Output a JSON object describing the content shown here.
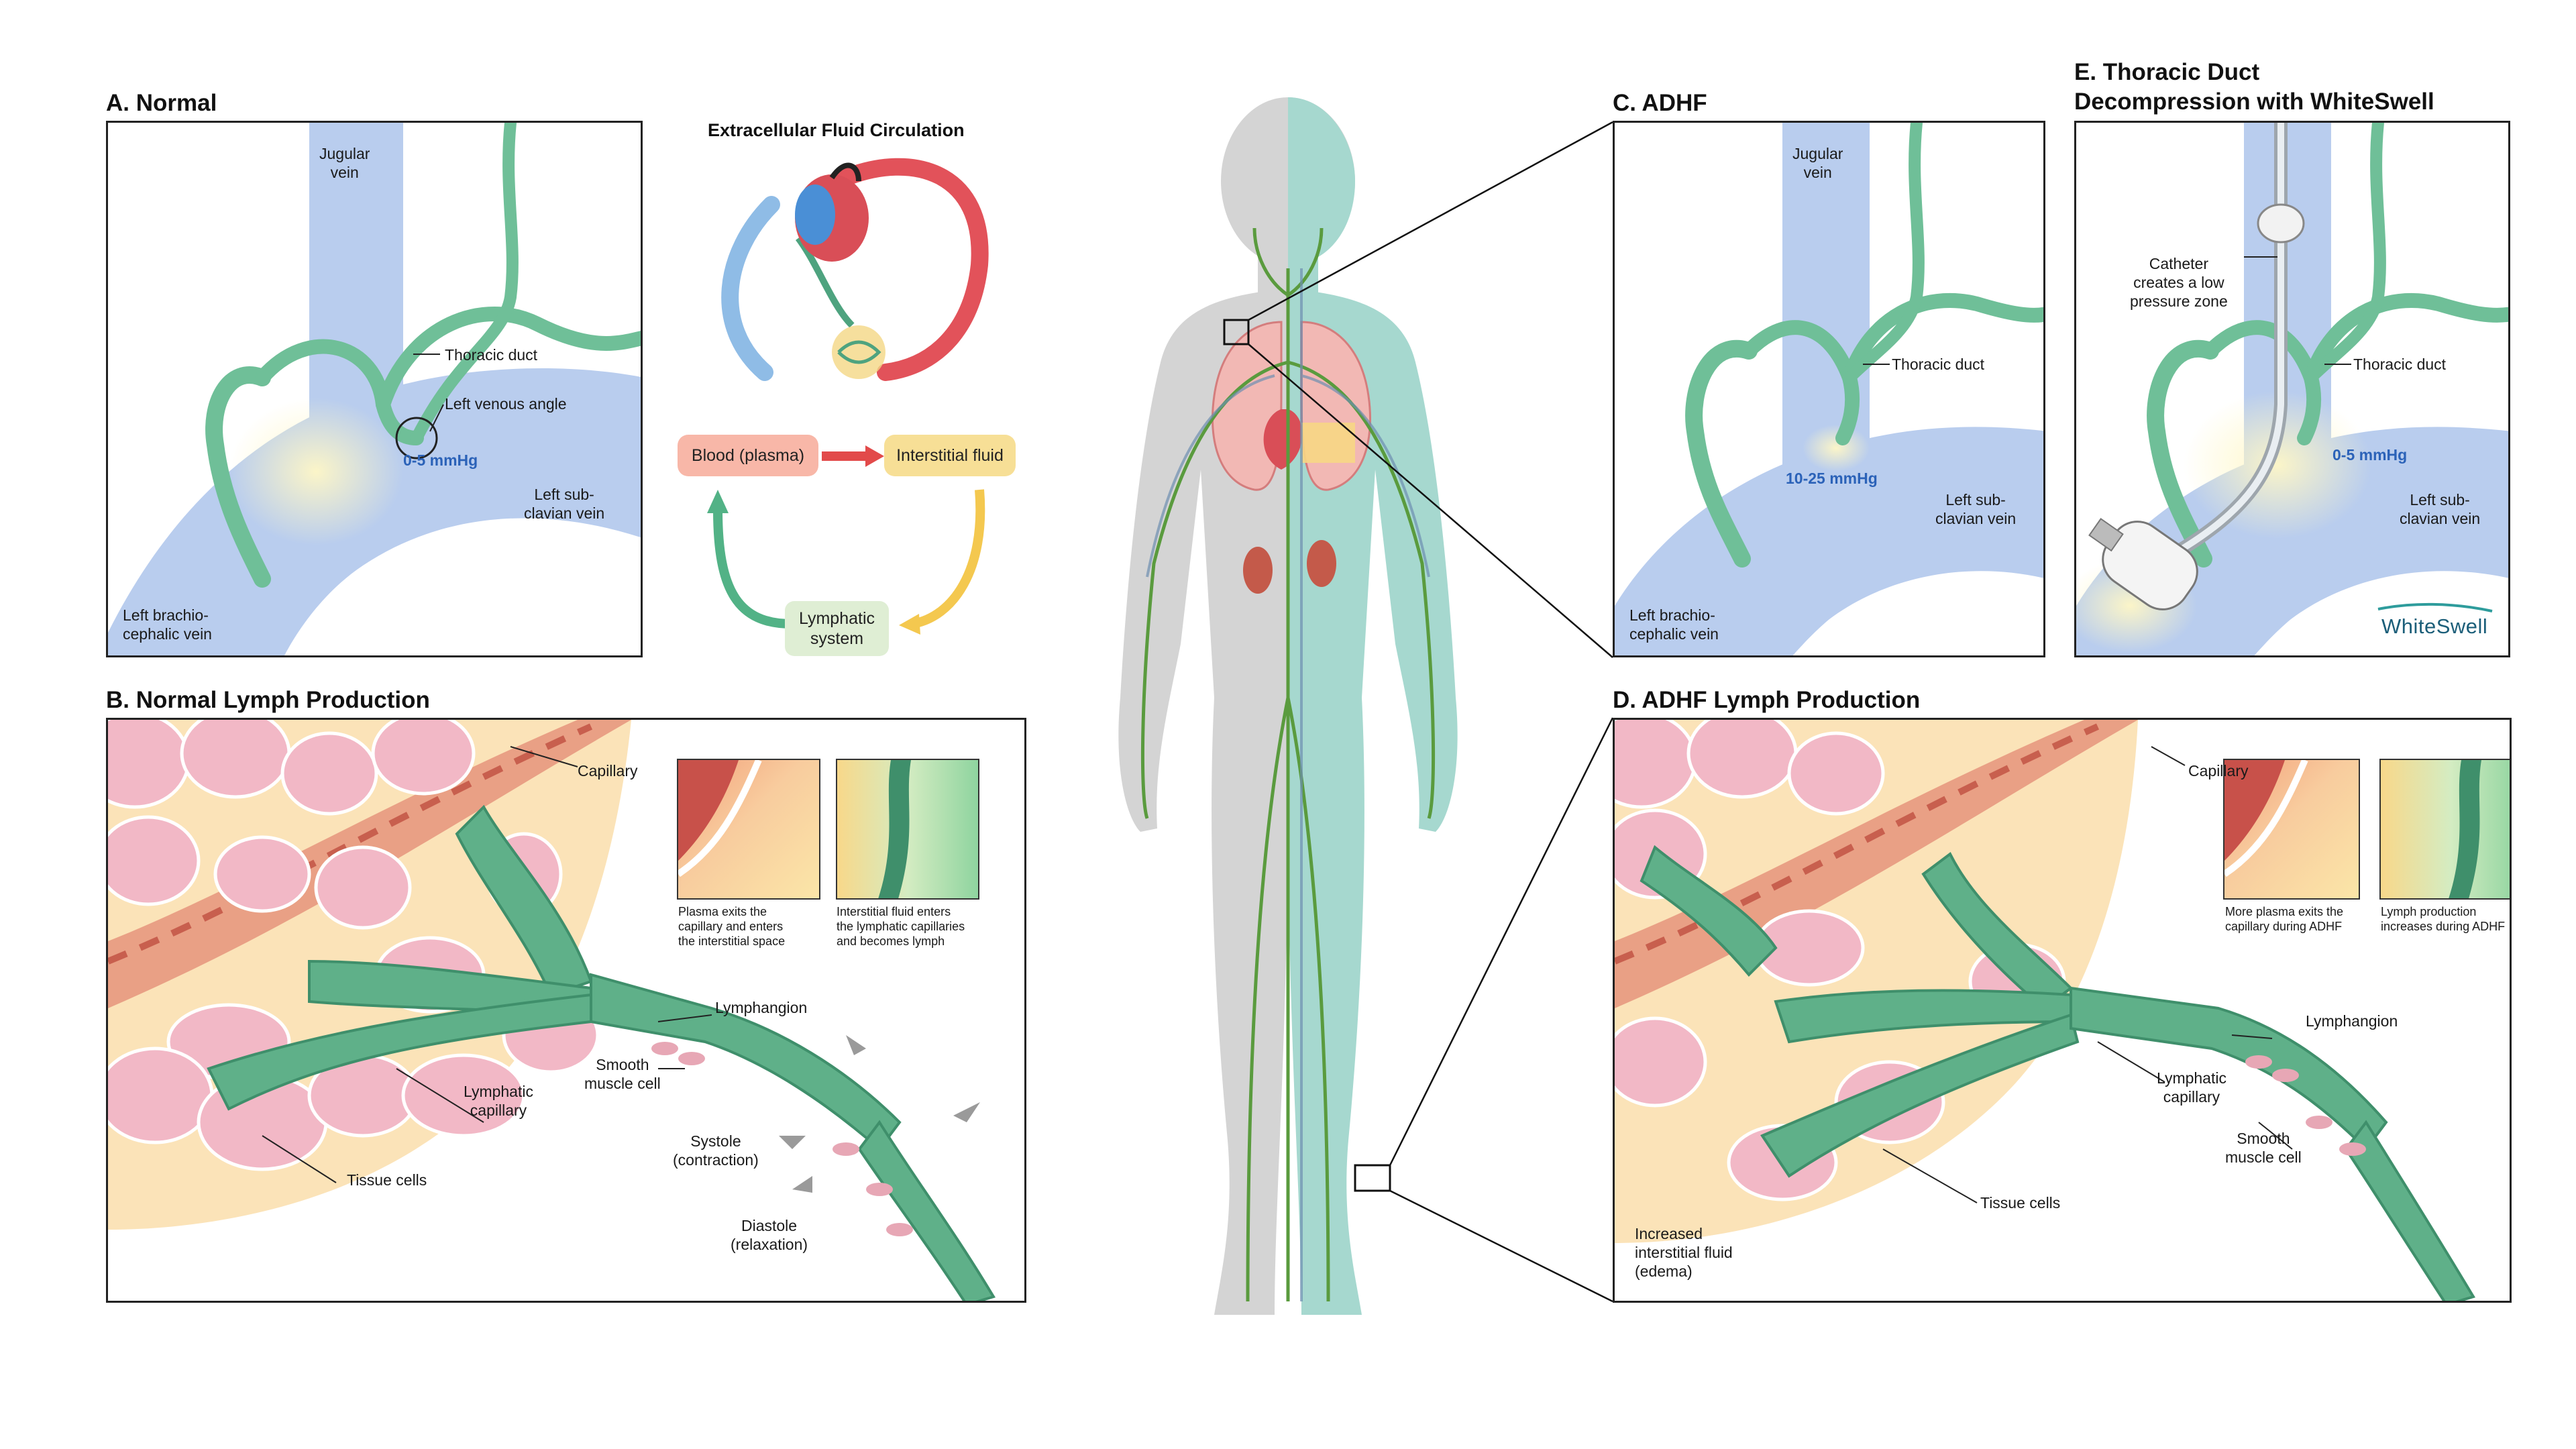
{
  "panel_a": {
    "title": "A. Normal",
    "jugular": "Jugular\nvein",
    "thoracic_duct": "Thoracic duct",
    "venous_angle": "Left venous angle",
    "pressure": "0-5 mmHg",
    "subclavian": "Left sub-\nclavian vein",
    "brachio": "Left brachio-\ncephalic vein"
  },
  "circulation": {
    "title": "Extracellular Fluid Circulation",
    "blood": "Blood (plasma)",
    "interstitial": "Interstitial fluid",
    "lymphatic": "Lymphatic\nsystem"
  },
  "panel_b": {
    "title": "B. Normal Lymph Production",
    "capillary": "Capillary",
    "inset1_caption": "Plasma exits the\ncapillary and enters\nthe interstitial space",
    "inset2_caption": "Interstitial fluid enters\nthe lymphatic capillaries\nand becomes lymph",
    "lymphangion": "Lymphangion",
    "smooth_muscle": "Smooth\nmuscle cell",
    "lymphatic_capillary": "Lymphatic\ncapillary",
    "systole": "Systole\n(contraction)",
    "tissue_cells": "Tissue cells",
    "diastole": "Diastole\n(relaxation)"
  },
  "panel_c": {
    "title": "C. ADHF",
    "jugular": "Jugular\nvein",
    "thoracic_duct": "Thoracic duct",
    "pressure": "10-25 mmHg",
    "subclavian": "Left sub-\nclavian vein",
    "brachio": "Left brachio-\ncephalic vein"
  },
  "panel_e": {
    "title_line1": "E. Thoracic Duct",
    "title_line2": "Decompression with WhiteSwell",
    "catheter": "Catheter\ncreates a low\npressure zone",
    "thoracic_duct": "Thoracic duct",
    "pressure": "0-5 mmHg",
    "subclavian": "Left sub-\nclavian vein",
    "logo": "WhiteSwell"
  },
  "panel_d": {
    "title": "D. ADHF Lymph Production",
    "capillary": "Capillary",
    "inset1_caption": "More plasma exits the\ncapillary during ADHF",
    "inset2_caption": "Lymph production\nincreases during ADHF",
    "lymphangion": "Lymphangion",
    "lymphatic_capillary": "Lymphatic\ncapillary",
    "smooth_muscle": "Smooth\nmuscle cell",
    "tissue_cells": "Tissue cells",
    "edema": "Increased\ninterstitial fluid\n(edema)"
  },
  "colors": {
    "vein_blue": "#b9cdee",
    "lymph_green": "#6fbf98",
    "lymph_dark": "#3f8f6b",
    "tissue_pink": "#f2b8c6",
    "tissue_bg": "#fbe3b8",
    "capillary_red": "#d9745f",
    "pressure_blue": "#2b62b8",
    "body_gray": "#d4d4d4",
    "body_teal": "#a6d8cf"
  }
}
